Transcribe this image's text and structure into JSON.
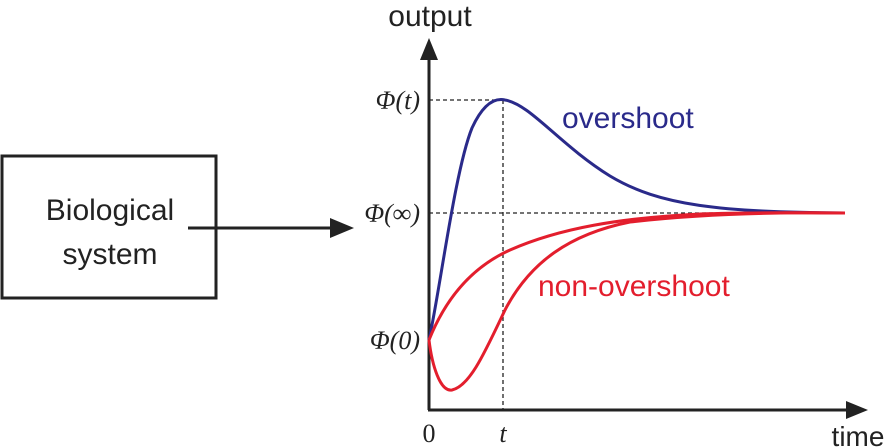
{
  "system_box": {
    "line1": "Biological",
    "line2": "system"
  },
  "axes": {
    "y_label": "output",
    "x_label": "time",
    "origin_label": "0",
    "t_label": "t"
  },
  "y_ticks": {
    "peak": "Φ(t)",
    "steady": "Φ(∞)",
    "initial": "Φ(0)"
  },
  "annotations": {
    "overshoot": "overshoot",
    "non_overshoot": "non-overshoot"
  },
  "colors": {
    "overshoot": "#2a2a8a",
    "non_overshoot": "#e31e2d",
    "axis": "#222222"
  }
}
